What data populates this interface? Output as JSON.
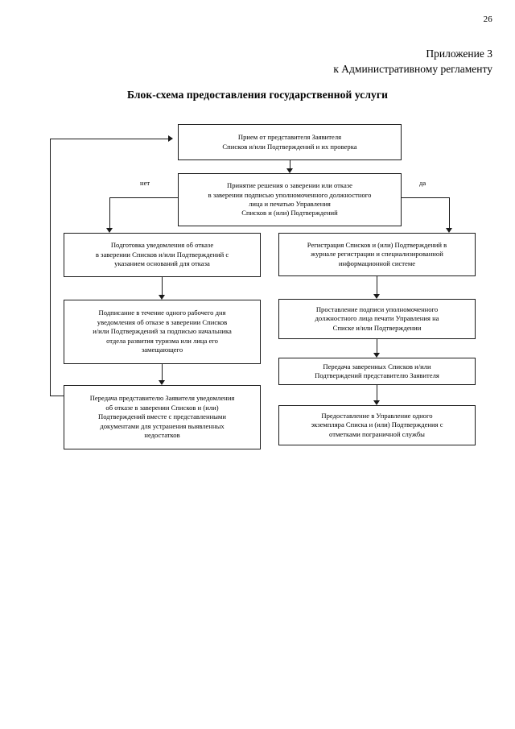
{
  "page": {
    "number": "26",
    "appendix_line1": "Приложение 3",
    "appendix_line2": "к Административному регламенту",
    "title": "Блок-схема предоставления государственной услуги"
  },
  "flowchart": {
    "type": "flowchart",
    "nodes": [
      {
        "id": "intake",
        "lines": [
          "Прием от представителя Заявителя",
          "Списков и/или Подтверждений и их проверка"
        ]
      },
      {
        "id": "decision",
        "lines": [
          "Принятие решения о заверении или отказе",
          "в заверении подписью уполномоченного должностного",
          "лица и печатью Управления",
          "Списков и (или) Подтверждений"
        ]
      },
      {
        "id": "refusal-prepare",
        "lines": [
          "Подготовка уведомления об отказе",
          "в заверении Списков и/или Подтверждений с",
          "указанием оснований для отказа"
        ]
      },
      {
        "id": "refusal-sign",
        "lines": [
          "Подписание в течение одного рабочего дня",
          "уведомления об отказе в заверении Списков",
          "и/или Подтверждений за подписью начальника",
          "отдела развития туризма или лица его",
          "замещающего"
        ]
      },
      {
        "id": "refusal-handover",
        "lines": [
          "Передача представителю Заявителя уведомления",
          "об отказе в заверении Списков и (или)",
          "Подтверждений вместе с представленными",
          "документами для устранения выявленных",
          "недостатков"
        ]
      },
      {
        "id": "registration",
        "lines": [
          "Регистрация Списков и (или) Подтверждений в",
          "журнале регистрации и специализированной",
          "информационной системе"
        ]
      },
      {
        "id": "signature-stamp",
        "lines": [
          "Проставление подписи уполномоченного",
          "должностного лица печати Управления на",
          "Списке и/или Подтверждении"
        ]
      },
      {
        "id": "certified-handover",
        "lines": [
          "Передача заверенных Списков и/или",
          "Подтверждений  представителю Заявителя"
        ]
      },
      {
        "id": "border-copy",
        "lines": [
          "Предоставление в Управление одного",
          "экземпляра Списка и (или) Подтверждения с",
          "отметками пограничной службы"
        ]
      }
    ],
    "edge_labels": {
      "no": "нет",
      "yes": "да"
    }
  }
}
